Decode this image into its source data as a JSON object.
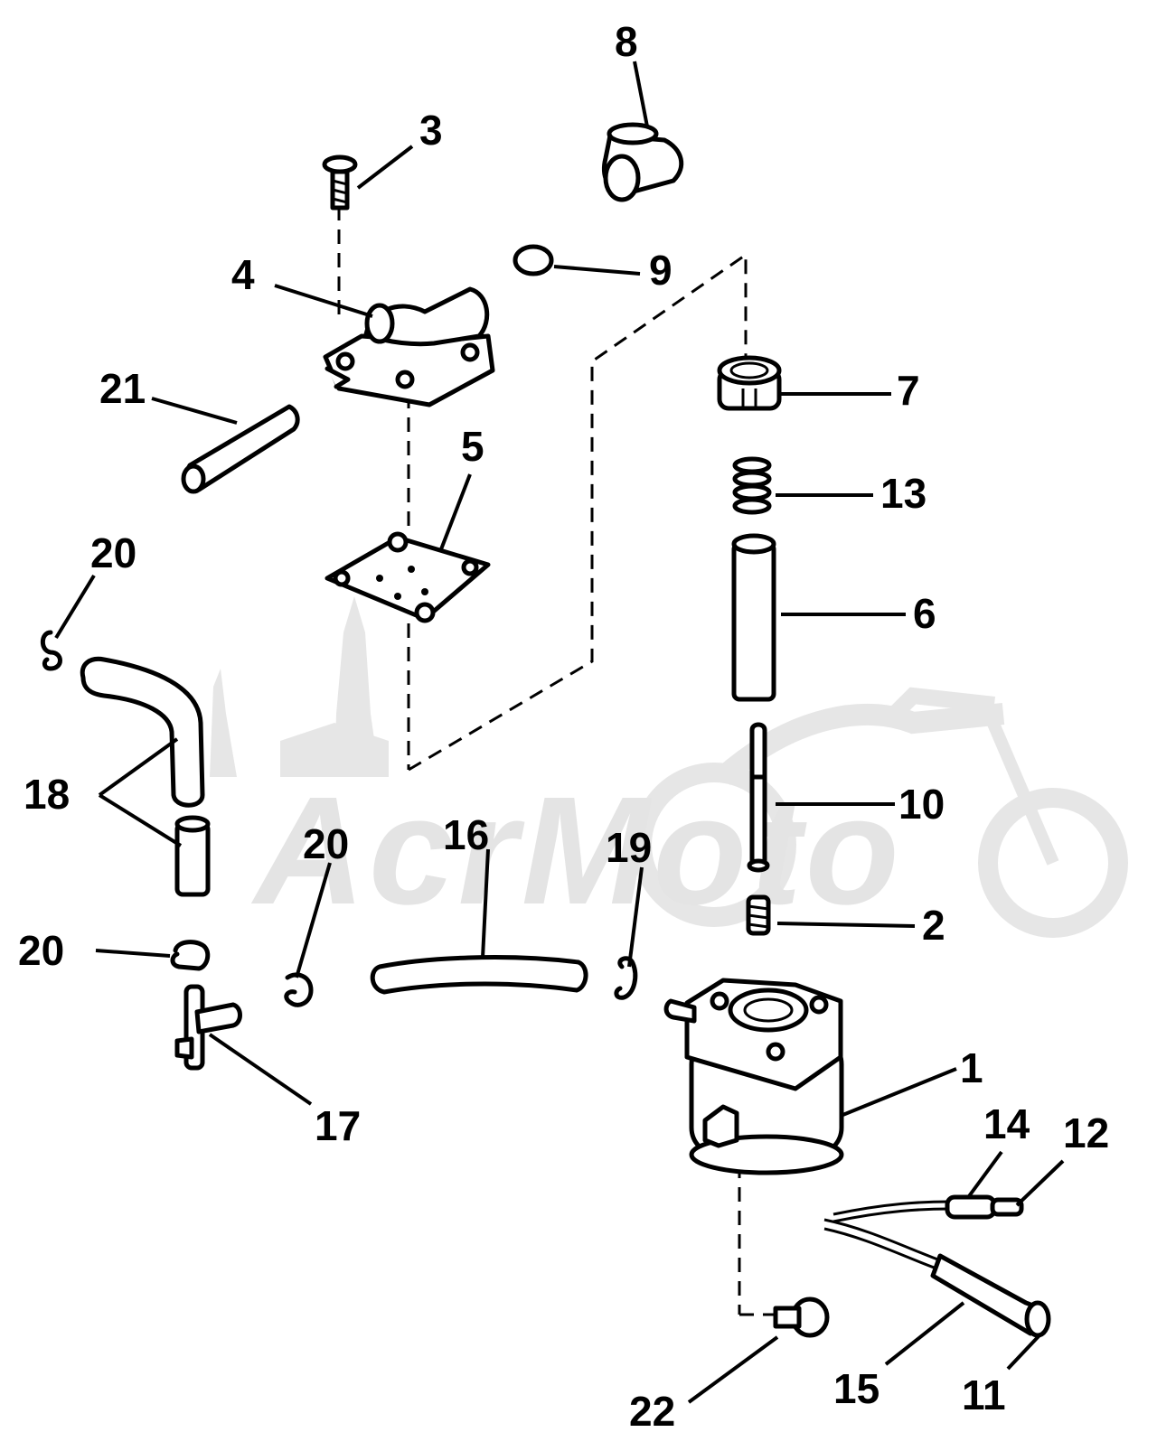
{
  "watermark": {
    "text": "AcrMoto",
    "icon": "motorcycle-watermark-icon"
  },
  "labels": {
    "1": "1",
    "2": "2",
    "3": "3",
    "4": "4",
    "5": "5",
    "6": "6",
    "7": "7",
    "8": "8",
    "9": "9",
    "10": "10",
    "11": "11",
    "12": "12",
    "13": "13",
    "14": "14",
    "15": "15",
    "16": "16",
    "17": "17",
    "18": "18",
    "19": "19",
    "20a": "20",
    "20b": "20",
    "20c": "20",
    "21": "21",
    "22": "22"
  }
}
